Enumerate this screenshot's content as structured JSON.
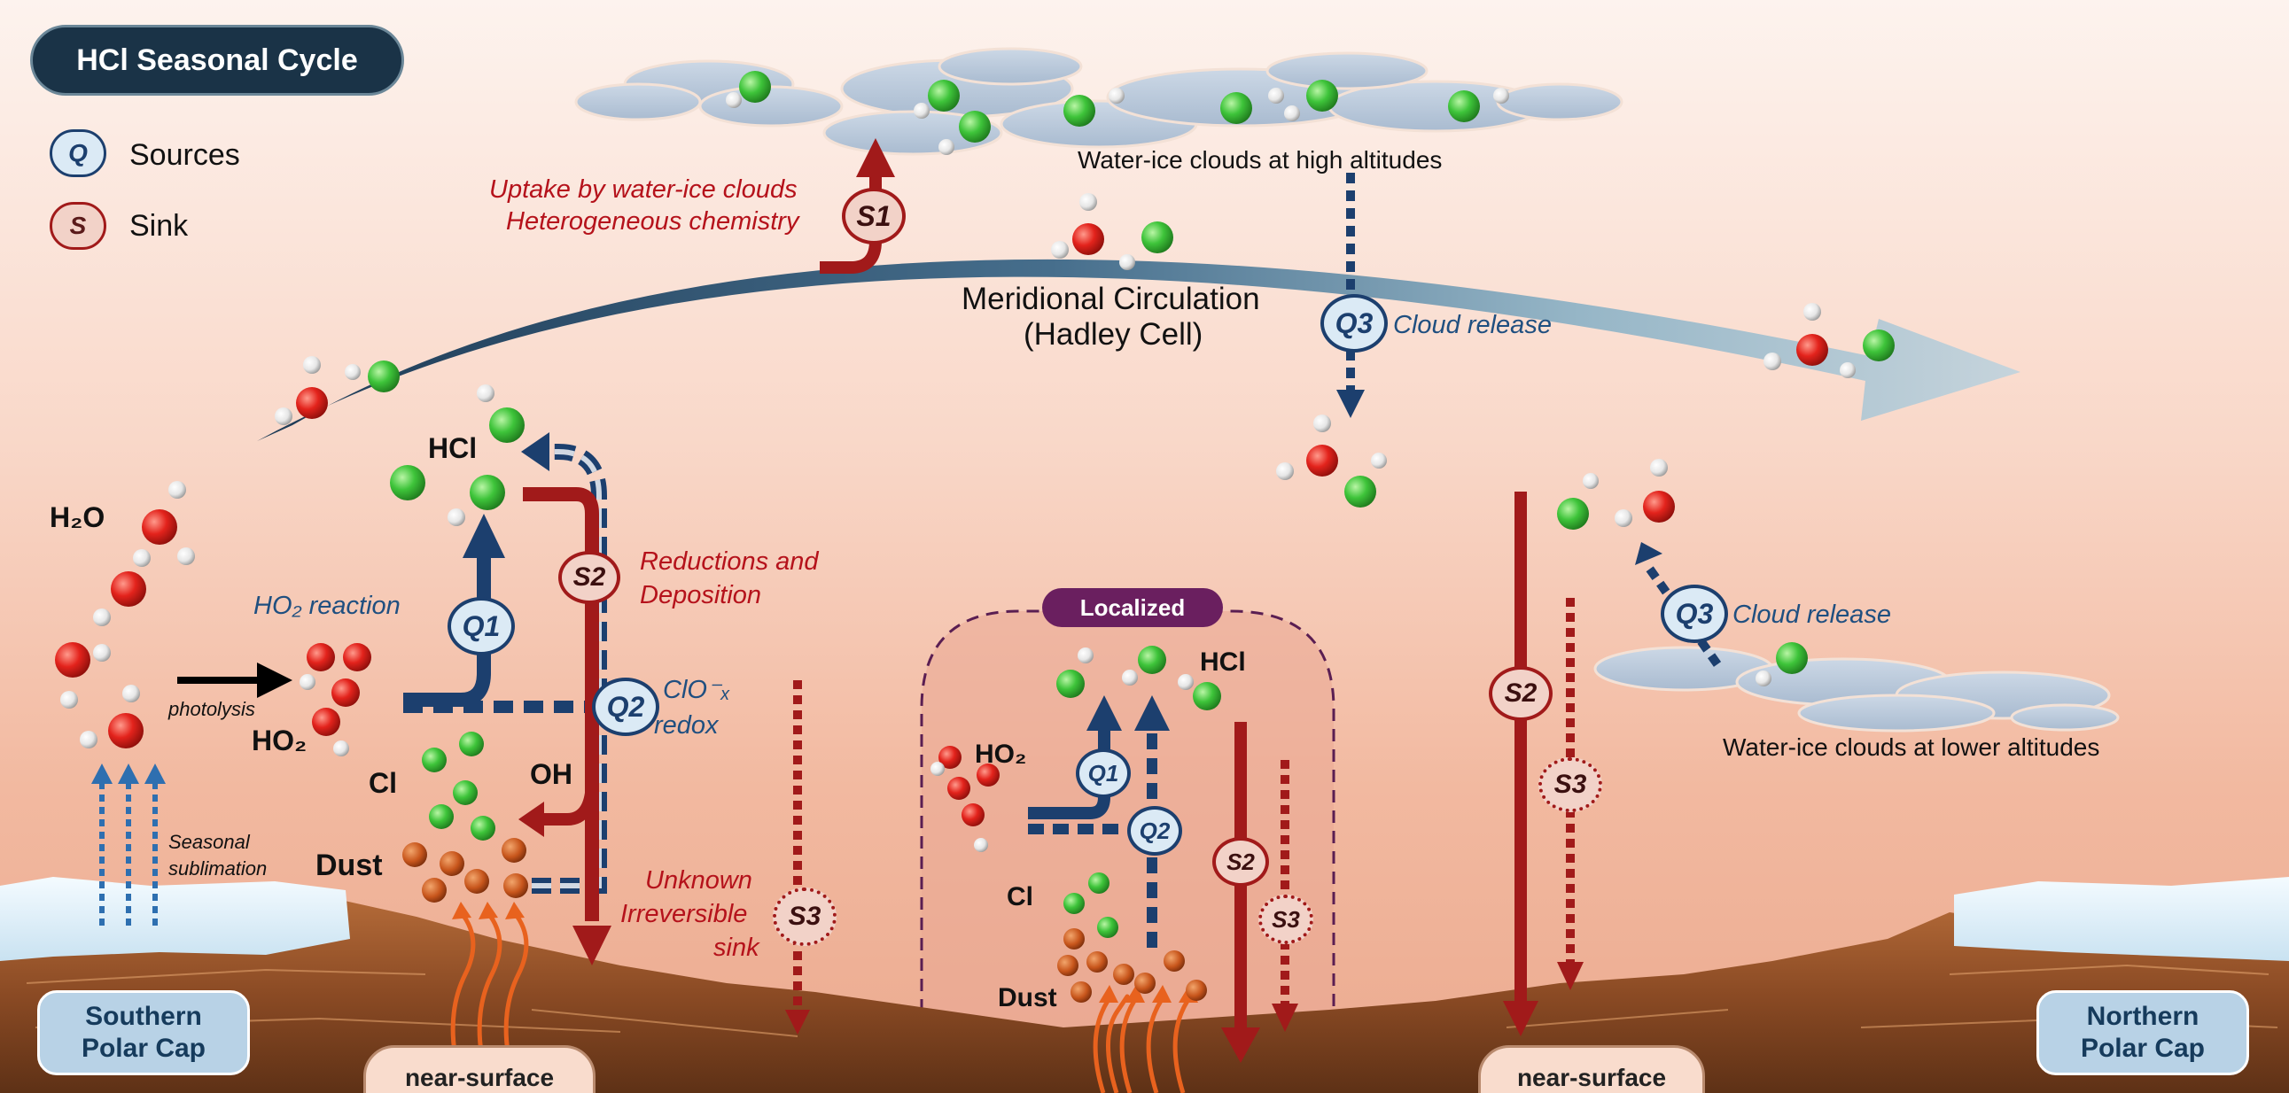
{
  "title": "HCl Seasonal Cycle",
  "legend": {
    "source_symbol": "Q",
    "source_label": "Sources",
    "sink_symbol": "S",
    "sink_label": "Sink"
  },
  "labels": {
    "uptake_line1": "Uptake by water-ice clouds",
    "uptake_line2": "Heterogeneous chemistry",
    "high_clouds": "Water-ice clouds at high altitudes",
    "circulation_line1": "Meridional Circulation",
    "circulation_line2": "(Hadley Cell)",
    "cloud_release_1": "Cloud release",
    "cloud_release_2": "Cloud release",
    "low_clouds": "Water-ice clouds at lower altitudes",
    "hcl": "HCl",
    "h2o": "H₂O",
    "ho2_reaction": "HO₂ reaction",
    "photolysis": "photolysis",
    "ho2": "HO₂",
    "reductions_line1": "Reductions and",
    "reductions_line2": "Deposition",
    "clo_line1": "ClO⁻ₓ",
    "clo_line2": "redox",
    "oh": "OH",
    "cl": "Cl",
    "dust": "Dust",
    "seasonal_line1": "Seasonal",
    "seasonal_line2": "sublimation",
    "unknown_line1": "Unknown",
    "unknown_line2": "Irreversible",
    "unknown_line3": "sink",
    "localized": "Localized",
    "loc_hcl": "HCl",
    "loc_ho2": "HO₂",
    "loc_cl": "Cl",
    "loc_dust": "Dust",
    "near_surface_1": "near-surface",
    "near_surface_2": "near-surface",
    "southern_cap_line1": "Southern",
    "southern_cap_line2": "Polar Cap",
    "northern_cap_line1": "Northern",
    "northern_cap_line2": "Polar Cap"
  },
  "badges": {
    "s1": "S1",
    "s2_left": "S2",
    "q1_left": "Q1",
    "q2_left": "Q2",
    "s3_left": "S3",
    "q3_top": "Q3",
    "q1_loc": "Q1",
    "q2_loc": "Q2",
    "s2_loc": "S2",
    "s3_loc": "S3",
    "s2_right": "S2",
    "s3_right": "S3",
    "q3_right": "Q3"
  },
  "colors": {
    "source_blue": "#1c3f6e",
    "sink_red": "#a11a1a",
    "chlorine_green": "#3ec43a",
    "oxygen_red": "#e3231c",
    "dust_brown": "#c8561c"
  }
}
